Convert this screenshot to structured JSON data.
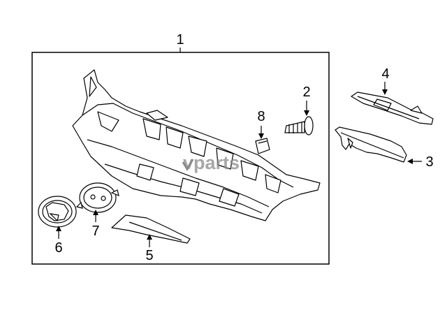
{
  "diagram": {
    "callouts": {
      "c1": "1",
      "c2": "2",
      "c3": "3",
      "c4": "4",
      "c5": "5",
      "c6": "6",
      "c7": "7",
      "c8": "8"
    },
    "watermark": "vparts",
    "line_color": "#000000",
    "watermark_color": "#8a8a8a"
  }
}
